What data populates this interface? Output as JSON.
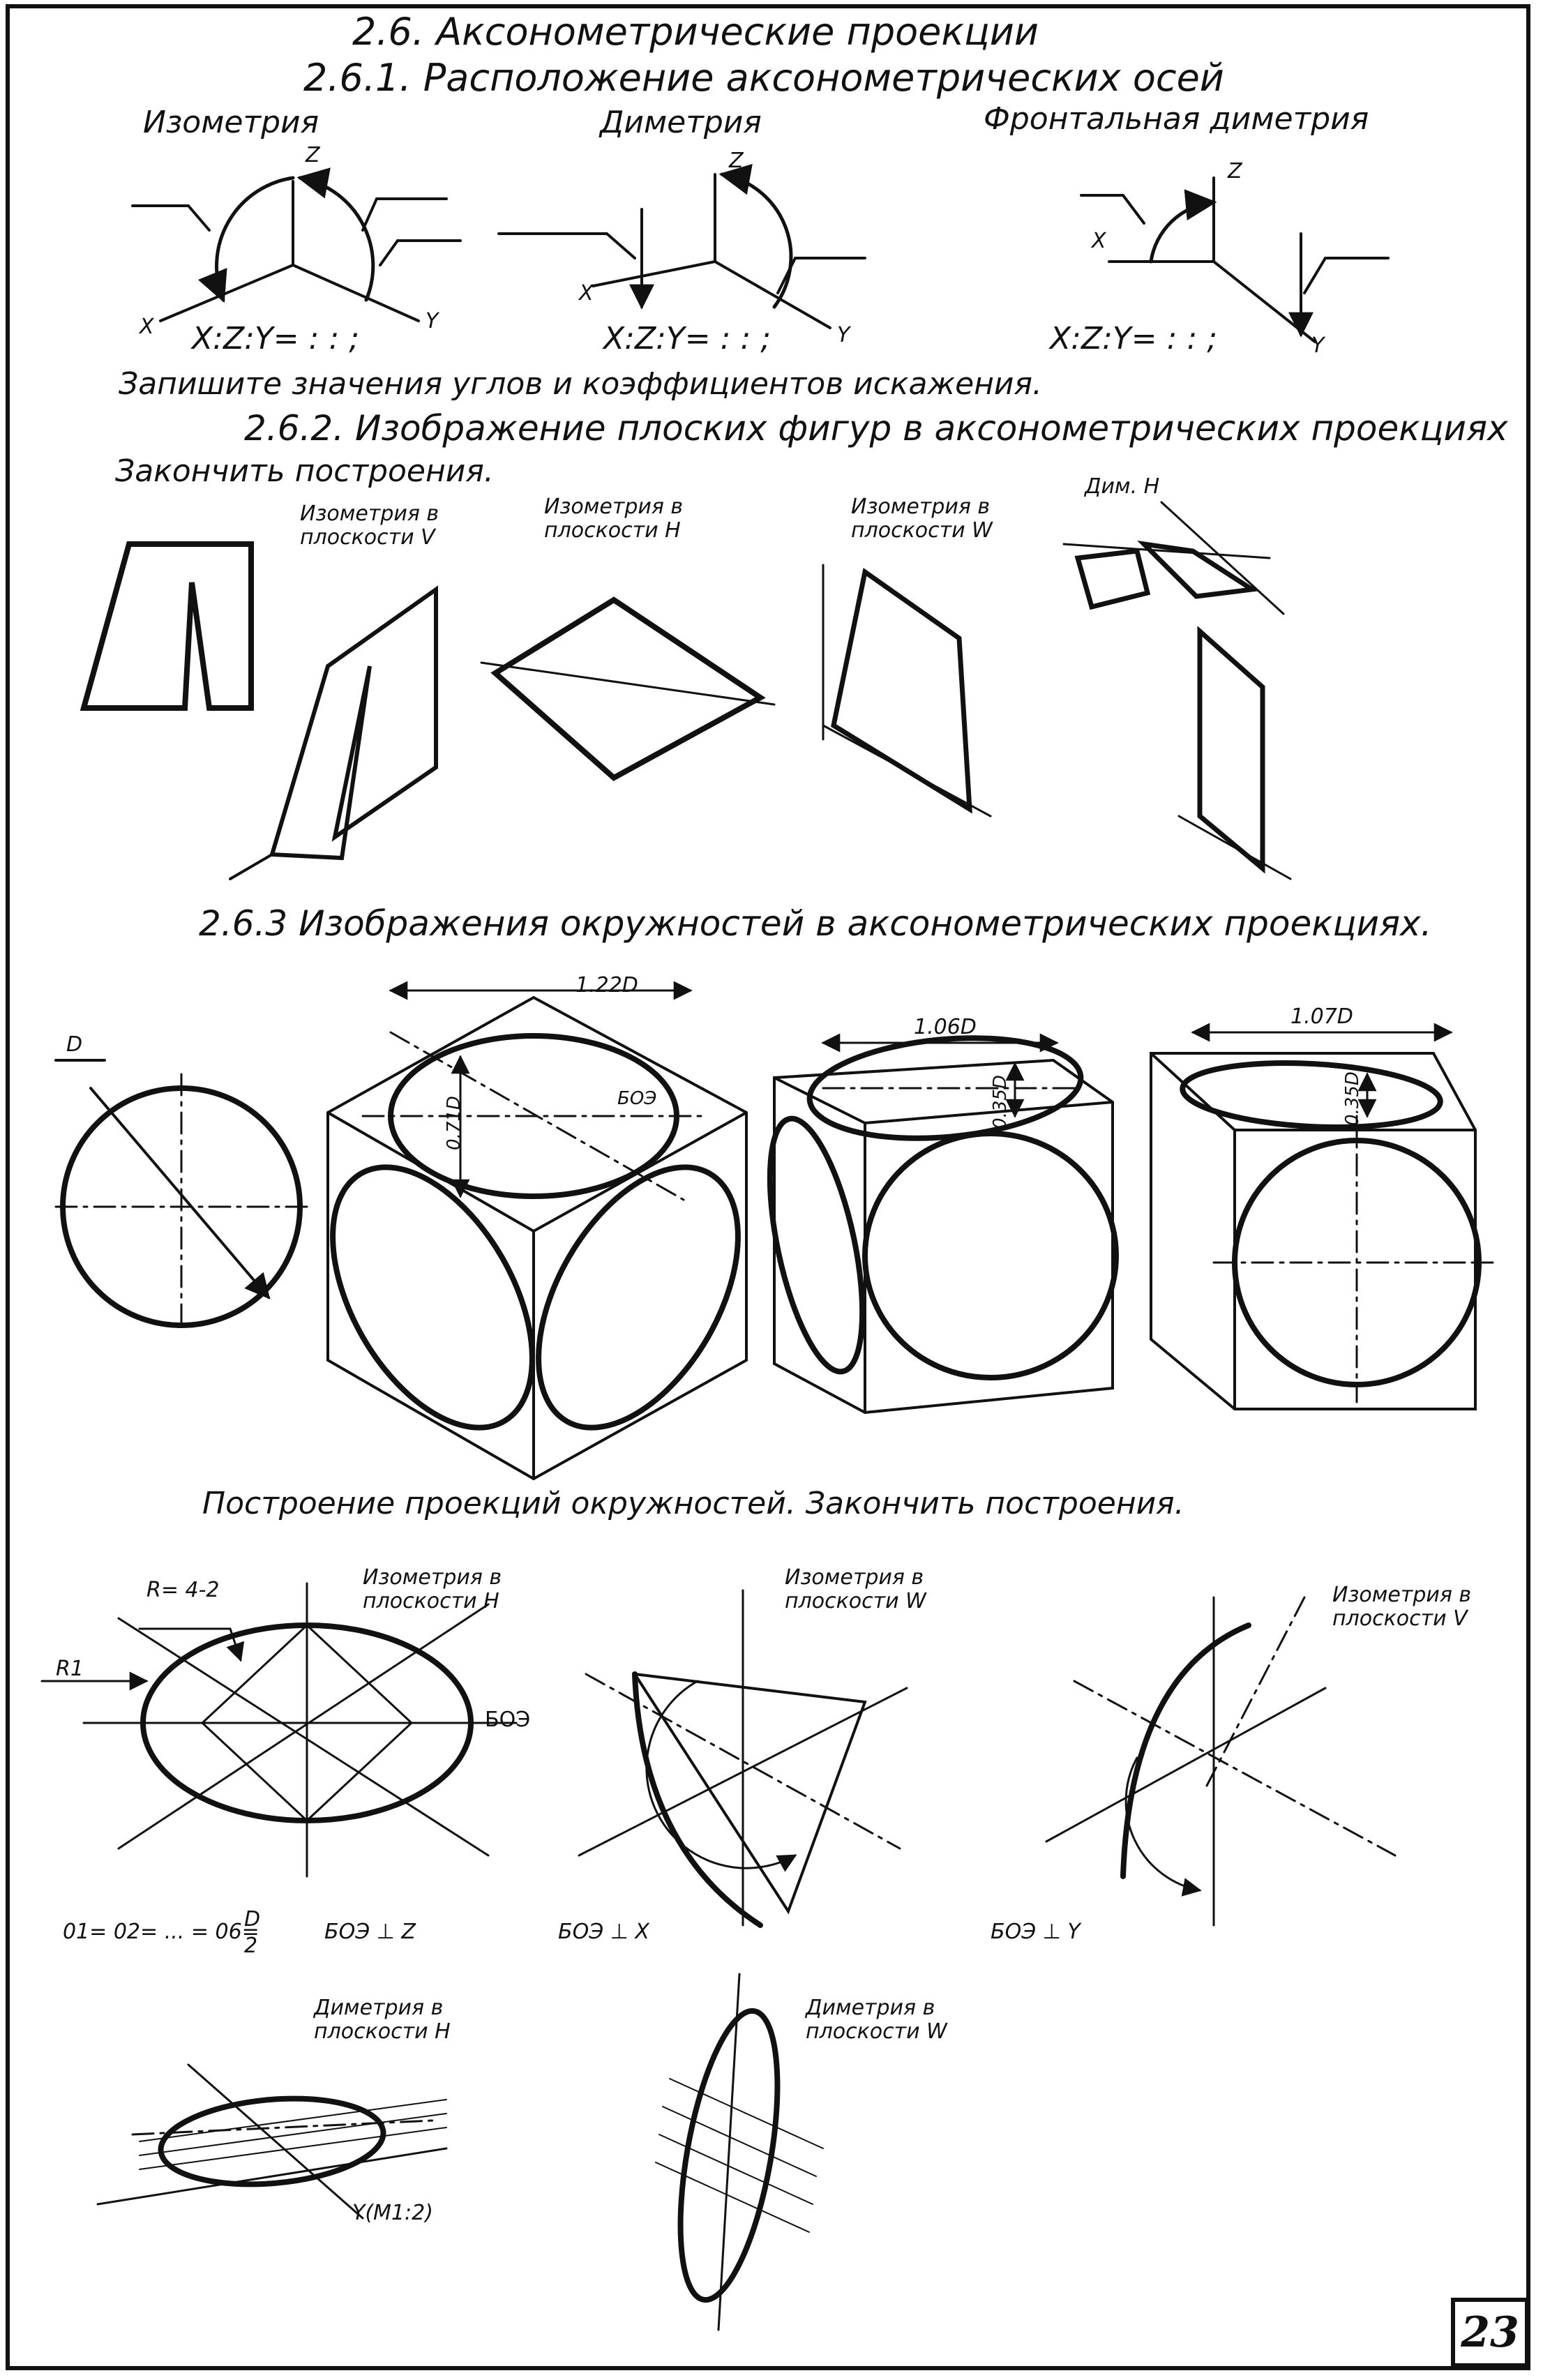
{
  "headings": {
    "main": "2.6. Аксонометрические проекции",
    "s1": "2.6.1. Расположение аксонометрических осей",
    "s2": "2.6.2. Изображение плоских фигур в аксонометрических проекциях",
    "s3": "2.6.3 Изображения окружностей в аксонометрических проекциях.",
    "s4": "Построение проекций окружностей.  Закончить построения."
  },
  "axes_section": {
    "isometry": "Изометрия",
    "dimetry": "Диметрия",
    "frontal": "Фронтальная диметрия",
    "ratio_iso": "X:Z:Y=  : : ;",
    "ratio_dim": "X:Z:Y=  : : ;",
    "ratio_front": "X:Z:Y=  : : ;",
    "instruction": "Запишите значения углов и коэффициентов искажения."
  },
  "flat_section": {
    "instruction": "Закончить построения.",
    "iso_v": "Изометрия в плоскости V",
    "iso_h": "Изометрия в плоскости H",
    "iso_w": "Изометрия в плоскости W",
    "dim_h": "Дим. H"
  },
  "circles_section": {
    "dim_122": "1.22D",
    "dim_071": "0.71D",
    "dim_106": "1.06D",
    "dim_035": "0.35D",
    "dim_107": "1.07D",
    "dim_035b": "0.35D",
    "boe": "БОЭ",
    "d": "D"
  },
  "construction": {
    "iso_h": "Изометрия в плоскости H",
    "iso_w": "Изометрия в плоскости W",
    "iso_v": "Изометрия в плоскости V",
    "r_label": "R= 4-2",
    "r1_label": "R1",
    "boe": "БОЭ",
    "formula": "01= 02= ... = 06=",
    "frac_top": "D",
    "frac_bottom": "2",
    "boe_z": "БОЭ ⊥ Z",
    "boe_x": "БОЭ ⊥ X",
    "boe_y": "БОЭ ⊥ Y",
    "dim_h": "Диметрия в плоскости H",
    "dim_w": "Диметрия в плоскости W",
    "y_scale": "Y(M1:2)"
  },
  "page_number": "23"
}
